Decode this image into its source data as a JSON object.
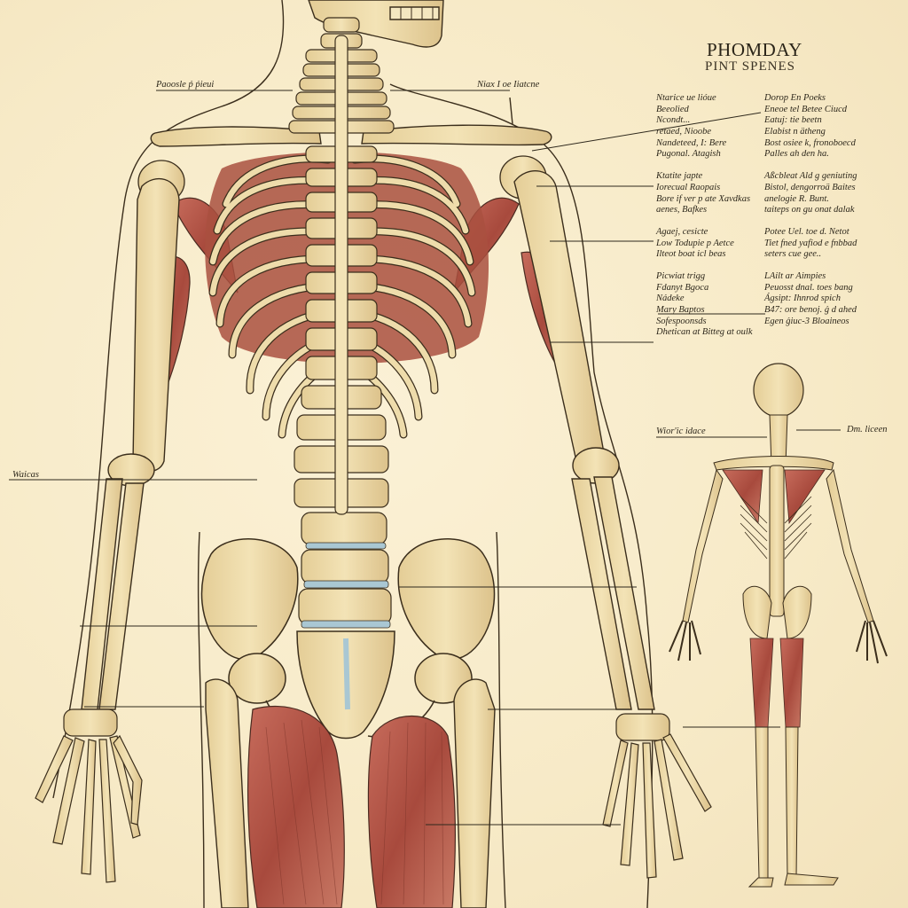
{
  "poster": {
    "title": "PHOMDAY",
    "subtitle": "PINT SPENES",
    "colors": {
      "background": "#f8eccb",
      "bone": "#efdcab",
      "bone_shade": "#d9c08a",
      "outline": "#3b2e1c",
      "muscle": "#b5584a",
      "muscle_dark": "#8e3b31",
      "cartilage": "#a9c7d3",
      "text": "#2e281c"
    }
  },
  "labels": {
    "top_left": "Paoosle ṕ ṕieui",
    "top_center": "Niax  I oe Iiatcne",
    "left_mid": "Waicas",
    "right_figure_left": "Wior'ic  idace",
    "right_figure_right": "Dm. liceen"
  },
  "legend": {
    "left_column": {
      "group1": [
        "Ntarice ue lióue",
        "Beeolied",
        "Ncondt...",
        "retaed, Nioobe",
        "Nandeteed, I: Bere",
        "Pugonal. Atagish"
      ],
      "group2": [
        "Ktatite japte",
        "Iorecual Raopais",
        "Bore if ver p ate Xavdkas",
        "aenes, Bafkes"
      ],
      "group3": [
        "Agaej, cesicte",
        "Low Todupie p Aetce",
        "Ilteot boat icl beas"
      ],
      "group4": [
        "Picwiat trigg",
        "Fdanyt Bgoca",
        "Nádeke",
        "Mary Baptos",
        "Sofespoonsds",
        "Dhetican at Bitteg at oulk"
      ]
    },
    "right_column": {
      "group1": [
        "Dorop En Poeks",
        "Eneoe tel Betee Ciucd",
        "Eatuj: tie beetn",
        "Elabist n ätheng",
        "Bost osiee k, fronoboecd",
        "Palles ah den ha."
      ],
      "group2": [
        "Aßcbleat Ald g geniuting",
        "Bistol, dengorroä Baites",
        "anelogie R. Bunt.",
        "taiteps on gu onat dalak"
      ],
      "group3": [
        "Potee Uel. toe d. Netot",
        "Tiet fned yafiod e fnbbad",
        "seters cue gee.."
      ],
      "group4": [
        "LAilt ar Aimpies",
        "Peuosst dnal. toes bang",
        "Ágsipt: Ihnrod spich",
        "B47: ore benoj. ǵ d ahed",
        "Egen ǵiuc-3 Bloaineos"
      ]
    }
  }
}
